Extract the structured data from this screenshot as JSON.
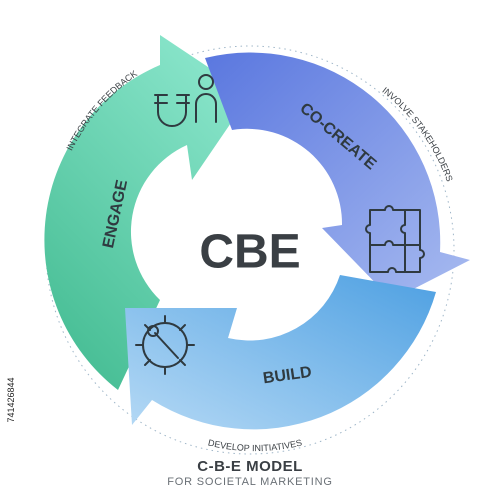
{
  "center": {
    "title": "CBE"
  },
  "segments": [
    {
      "label": "ENGAGE",
      "icon": "magnet-person-icon",
      "color_start": "#3fb98e",
      "color_end": "#7ee0c4"
    },
    {
      "label": "CO-CREATE",
      "icon": "puzzle-icon",
      "color_start": "#5b79df",
      "color_end": "#9db2ee"
    },
    {
      "label": "BUILD",
      "icon": "gear-wrench-icon",
      "color_start": "#4fa2e2",
      "color_end": "#a9d2f3"
    }
  ],
  "outer_labels": {
    "top_left": "INTEGRATE FEEDBACK",
    "top_right": "INVOLVE STAKEHOLDERS",
    "bottom": "DEVELOP INITIATIVES"
  },
  "footer": {
    "title": "C-B-E MODEL",
    "subtitle": "FOR SOCIETAL MARKETING"
  },
  "stock_id": "741426844",
  "text_color": "#3a3f44"
}
